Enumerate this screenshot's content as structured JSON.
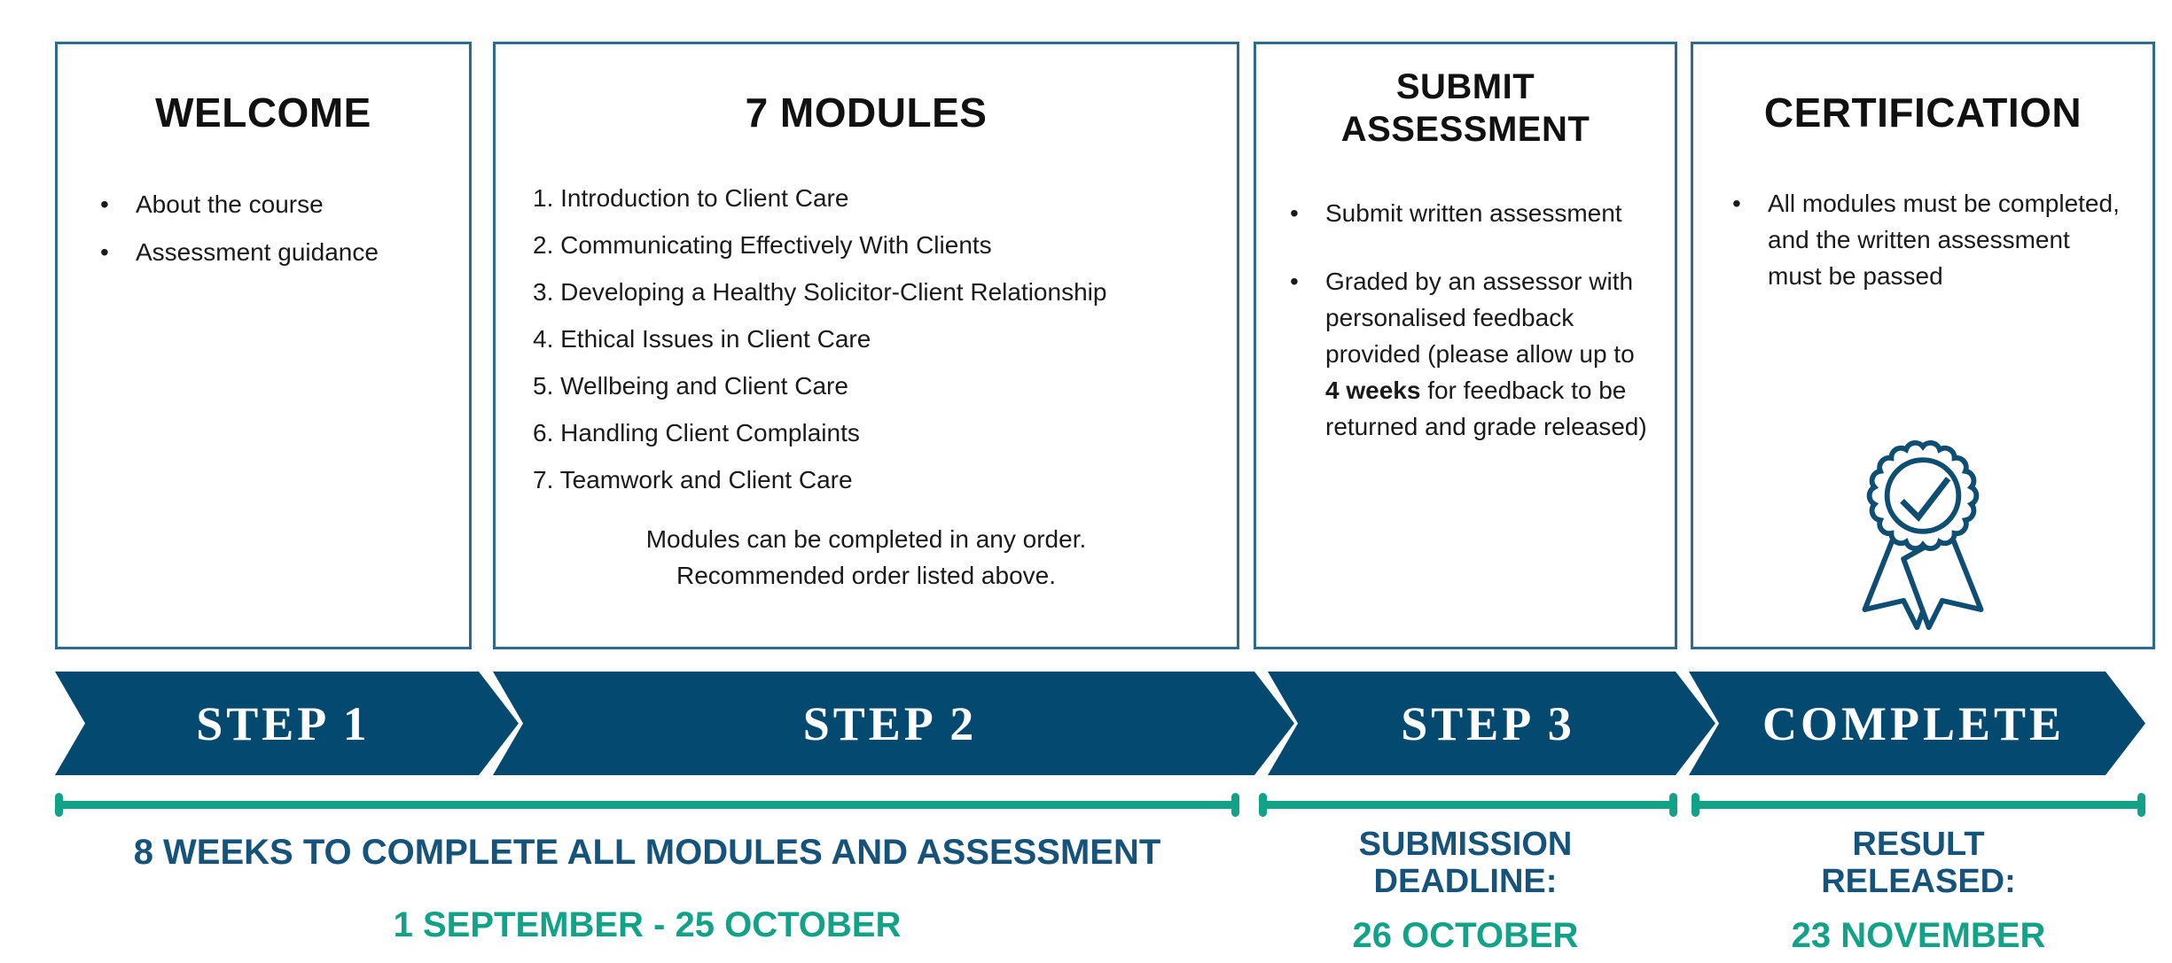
{
  "colors": {
    "banner_blue": "#044a70",
    "box_border_blue": "#2b6b90",
    "navy_text": "#15537b",
    "green": "#12a287",
    "icon_blue": "#0d4e72"
  },
  "boxes": {
    "welcome": {
      "title": "WELCOME",
      "bullets": [
        "About the course",
        "Assessment guidance"
      ]
    },
    "modules": {
      "title": "7 MODULES",
      "items": [
        "1. Introduction to Client Care",
        "2. Communicating Effectively With Clients",
        "3. Developing a Healthy Solicitor-Client Relationship",
        "4. Ethical Issues in Client Care",
        "5. Wellbeing and Client Care",
        "6. Handling Client Complaints",
        "7. Teamwork and Client Care"
      ],
      "note_line1": "Modules can be completed in any order.",
      "note_line2": "Recommended order listed above."
    },
    "submit": {
      "title": "SUBMIT ASSESSMENT",
      "bullet1": "Submit written assessment",
      "bullet2_pre": "Graded by an assessor with personalised feedback provided (please allow up to ",
      "bullet2_bold": "4 weeks",
      "bullet2_post": " for feedback to be returned and grade released)"
    },
    "certification": {
      "title": "CERTIFICATION",
      "bullet": "All modules must be completed, and the written assessment must be passed",
      "icon": "award-ribbon-icon"
    }
  },
  "steps": [
    {
      "label": "STEP 1"
    },
    {
      "label": "STEP 2"
    },
    {
      "label": "STEP 3"
    },
    {
      "label": "COMPLETE"
    }
  ],
  "timeline": {
    "period1": {
      "heading": "8 WEEKS TO COMPLETE ALL MODULES AND ASSESSMENT",
      "dates": "1 SEPTEMBER - 25 OCTOBER"
    },
    "period2": {
      "heading_line1": "SUBMISSION",
      "heading_line2": "DEADLINE:",
      "dates": "26 OCTOBER"
    },
    "period3": {
      "heading_line1": "RESULT",
      "heading_line2": "RELEASED:",
      "dates": "23 NOVEMBER"
    }
  }
}
